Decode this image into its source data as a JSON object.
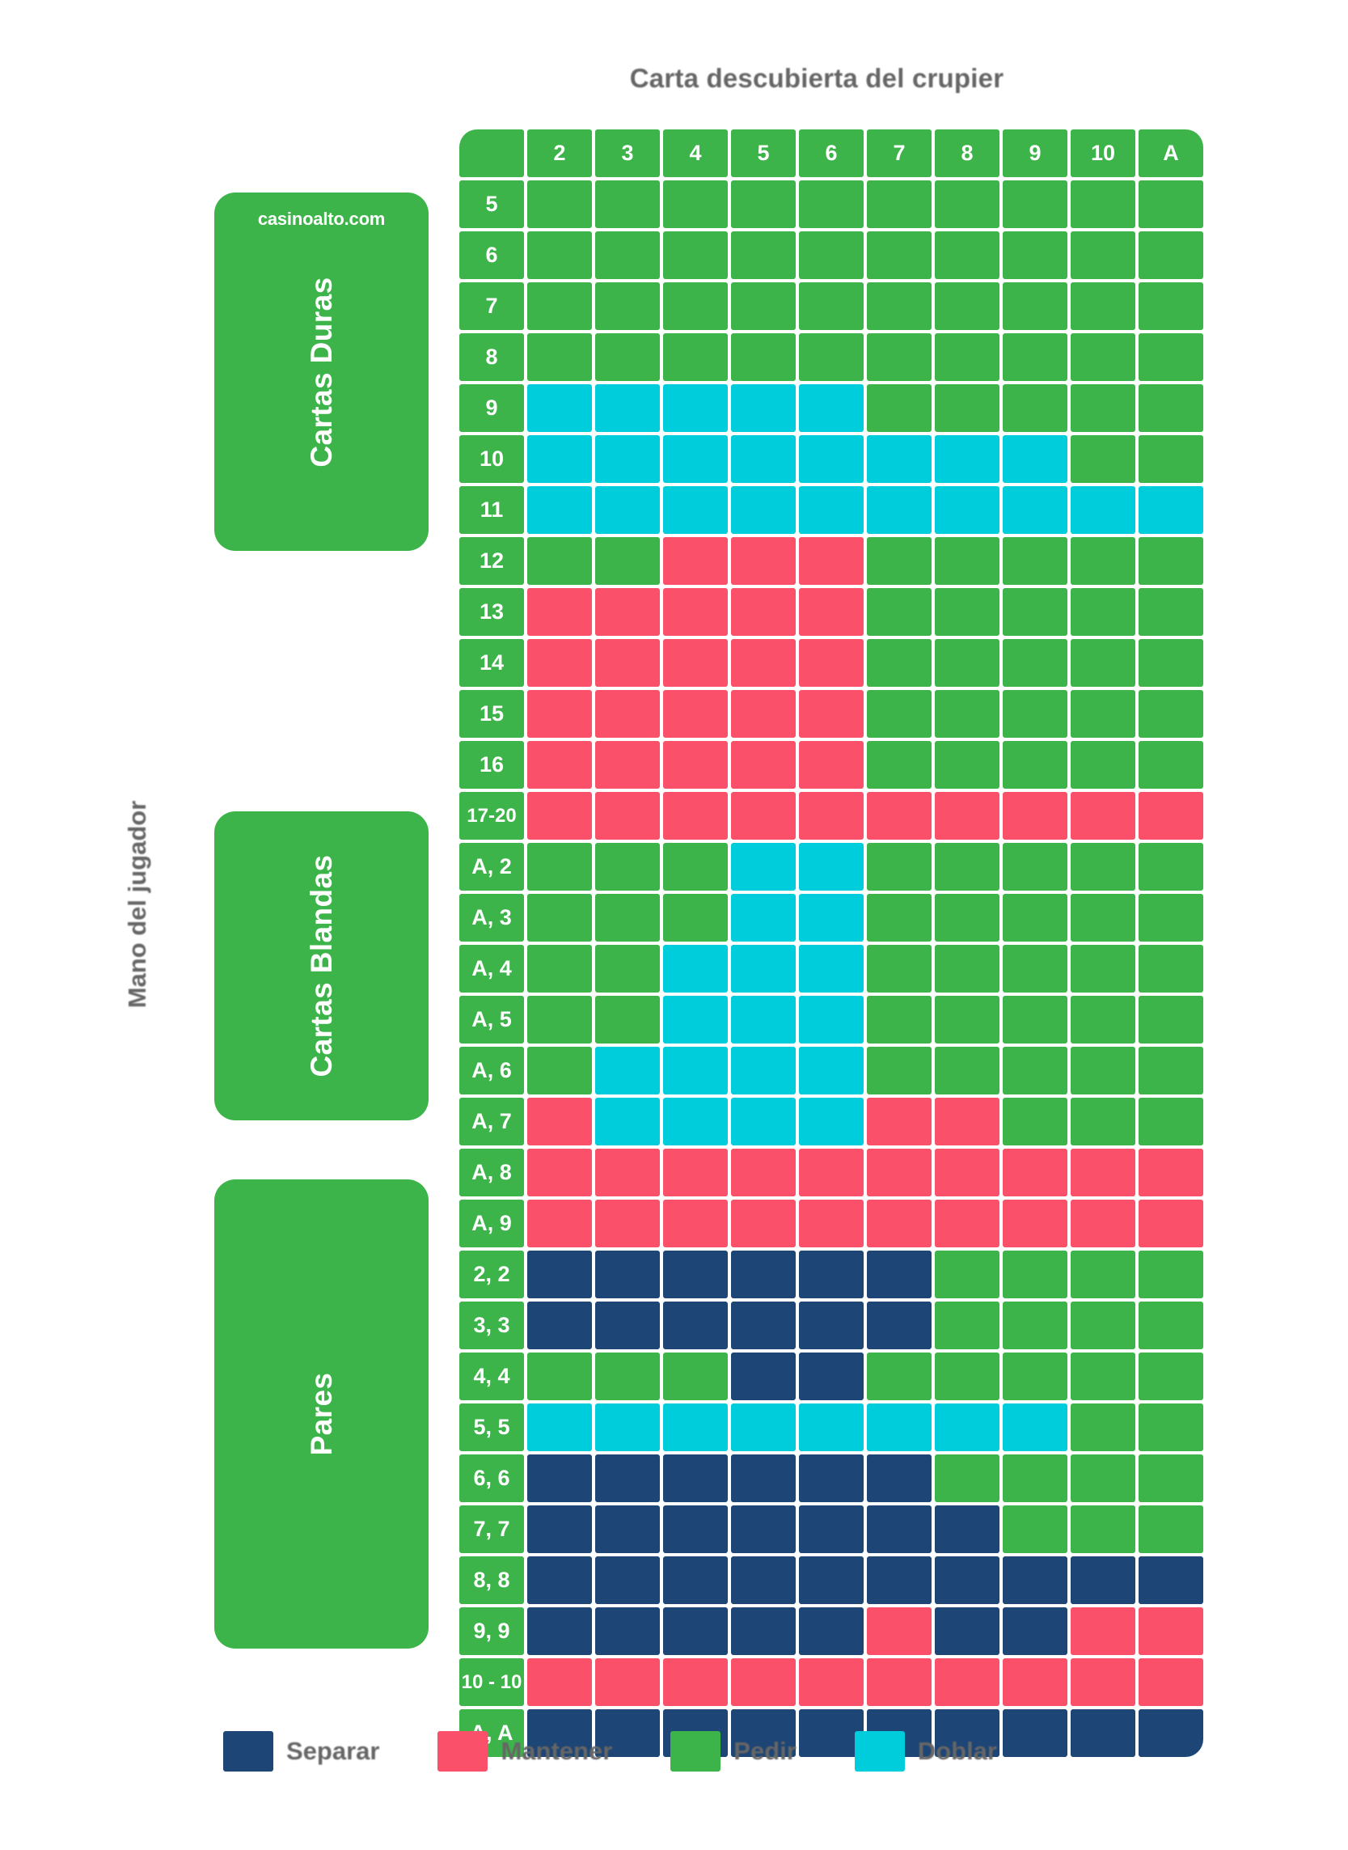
{
  "brand": "casinoalto.com",
  "title": "Carta descubierta del crupier",
  "axis_label": "Mano del jugador",
  "categories": [
    {
      "key": "hard",
      "label": "Cartas Duras"
    },
    {
      "key": "soft",
      "label": "Cartas Blandas"
    },
    {
      "key": "pairs",
      "label": "Pares"
    }
  ],
  "legend": [
    {
      "label": "Separar",
      "color": "#1d4575",
      "action": "split"
    },
    {
      "label": "Mantener",
      "color": "#fb5069",
      "action": "stand"
    },
    {
      "label": "Pedir",
      "color": "#3cb44a",
      "action": "hit"
    },
    {
      "label": "Doblar",
      "color": "#00cddb",
      "action": "double"
    }
  ],
  "colors": {
    "hit": "#3cb44a",
    "stand": "#fb5069",
    "double": "#00cddb",
    "split": "#1d4575",
    "panel": "#3cb44a",
    "text_grey": "#666666",
    "background": "#ffffff"
  },
  "chart_data": {
    "type": "heatmap",
    "title": "Carta descubierta del crupier",
    "xlabel": "Carta descubierta del crupier",
    "ylabel": "Mano del jugador",
    "legend_position": "bottom",
    "grid": true,
    "categories": [
      "2",
      "3",
      "4",
      "5",
      "6",
      "7",
      "8",
      "9",
      "10",
      "A"
    ],
    "value_key": {
      "H": "Pedir",
      "S": "Mantener",
      "D": "Doblar",
      "P": "Separar"
    },
    "sections": [
      {
        "name": "Cartas Duras",
        "rows": [
          {
            "label": "5",
            "values": [
              "H",
              "H",
              "H",
              "H",
              "H",
              "H",
              "H",
              "H",
              "H",
              "H"
            ]
          },
          {
            "label": "6",
            "values": [
              "H",
              "H",
              "H",
              "H",
              "H",
              "H",
              "H",
              "H",
              "H",
              "H"
            ]
          },
          {
            "label": "7",
            "values": [
              "H",
              "H",
              "H",
              "H",
              "H",
              "H",
              "H",
              "H",
              "H",
              "H"
            ]
          },
          {
            "label": "8",
            "values": [
              "H",
              "H",
              "H",
              "H",
              "H",
              "H",
              "H",
              "H",
              "H",
              "H"
            ]
          },
          {
            "label": "9",
            "values": [
              "D",
              "D",
              "D",
              "D",
              "D",
              "H",
              "H",
              "H",
              "H",
              "H"
            ]
          },
          {
            "label": "10",
            "values": [
              "D",
              "D",
              "D",
              "D",
              "D",
              "D",
              "D",
              "D",
              "H",
              "H"
            ]
          },
          {
            "label": "11",
            "values": [
              "D",
              "D",
              "D",
              "D",
              "D",
              "D",
              "D",
              "D",
              "D",
              "D"
            ]
          },
          {
            "label": "12",
            "values": [
              "H",
              "H",
              "S",
              "S",
              "S",
              "H",
              "H",
              "H",
              "H",
              "H"
            ]
          },
          {
            "label": "13",
            "values": [
              "S",
              "S",
              "S",
              "S",
              "S",
              "H",
              "H",
              "H",
              "H",
              "H"
            ]
          },
          {
            "label": "14",
            "values": [
              "S",
              "S",
              "S",
              "S",
              "S",
              "H",
              "H",
              "H",
              "H",
              "H"
            ]
          },
          {
            "label": "15",
            "values": [
              "S",
              "S",
              "S",
              "S",
              "S",
              "H",
              "H",
              "H",
              "H",
              "H"
            ]
          },
          {
            "label": "16",
            "values": [
              "S",
              "S",
              "S",
              "S",
              "S",
              "H",
              "H",
              "H",
              "H",
              "H"
            ]
          },
          {
            "label": "17-20",
            "values": [
              "S",
              "S",
              "S",
              "S",
              "S",
              "S",
              "S",
              "S",
              "S",
              "S"
            ]
          }
        ]
      },
      {
        "name": "Cartas Blandas",
        "rows": [
          {
            "label": "A, 2",
            "values": [
              "H",
              "H",
              "H",
              "D",
              "D",
              "H",
              "H",
              "H",
              "H",
              "H"
            ]
          },
          {
            "label": "A, 3",
            "values": [
              "H",
              "H",
              "H",
              "D",
              "D",
              "H",
              "H",
              "H",
              "H",
              "H"
            ]
          },
          {
            "label": "A, 4",
            "values": [
              "H",
              "H",
              "D",
              "D",
              "D",
              "H",
              "H",
              "H",
              "H",
              "H"
            ]
          },
          {
            "label": "A, 5",
            "values": [
              "H",
              "H",
              "D",
              "D",
              "D",
              "H",
              "H",
              "H",
              "H",
              "H"
            ]
          },
          {
            "label": "A, 6",
            "values": [
              "H",
              "D",
              "D",
              "D",
              "D",
              "H",
              "H",
              "H",
              "H",
              "H"
            ]
          },
          {
            "label": "A, 7",
            "values": [
              "S",
              "D",
              "D",
              "D",
              "D",
              "S",
              "S",
              "H",
              "H",
              "H"
            ]
          },
          {
            "label": "A, 8",
            "values": [
              "S",
              "S",
              "S",
              "S",
              "S",
              "S",
              "S",
              "S",
              "S",
              "S"
            ]
          },
          {
            "label": "A, 9",
            "values": [
              "S",
              "S",
              "S",
              "S",
              "S",
              "S",
              "S",
              "S",
              "S",
              "S"
            ]
          }
        ]
      },
      {
        "name": "Pares",
        "rows": [
          {
            "label": "2, 2",
            "values": [
              "P",
              "P",
              "P",
              "P",
              "P",
              "P",
              "H",
              "H",
              "H",
              "H"
            ]
          },
          {
            "label": "3, 3",
            "values": [
              "P",
              "P",
              "P",
              "P",
              "P",
              "P",
              "H",
              "H",
              "H",
              "H"
            ]
          },
          {
            "label": "4, 4",
            "values": [
              "H",
              "H",
              "H",
              "P",
              "P",
              "H",
              "H",
              "H",
              "H",
              "H"
            ]
          },
          {
            "label": "5, 5",
            "values": [
              "D",
              "D",
              "D",
              "D",
              "D",
              "D",
              "D",
              "D",
              "H",
              "H"
            ]
          },
          {
            "label": "6, 6",
            "values": [
              "P",
              "P",
              "P",
              "P",
              "P",
              "P",
              "H",
              "H",
              "H",
              "H"
            ]
          },
          {
            "label": "7, 7",
            "values": [
              "P",
              "P",
              "P",
              "P",
              "P",
              "P",
              "P",
              "H",
              "H",
              "H"
            ]
          },
          {
            "label": "8, 8",
            "values": [
              "P",
              "P",
              "P",
              "P",
              "P",
              "P",
              "P",
              "P",
              "P",
              "P"
            ]
          },
          {
            "label": "9, 9",
            "values": [
              "P",
              "P",
              "P",
              "P",
              "P",
              "S",
              "P",
              "P",
              "S",
              "S"
            ]
          },
          {
            "label": "10 - 10",
            "values": [
              "S",
              "S",
              "S",
              "S",
              "S",
              "S",
              "S",
              "S",
              "S",
              "S"
            ]
          },
          {
            "label": "A, A",
            "values": [
              "P",
              "P",
              "P",
              "P",
              "P",
              "P",
              "P",
              "P",
              "P",
              "P"
            ]
          }
        ]
      }
    ]
  }
}
